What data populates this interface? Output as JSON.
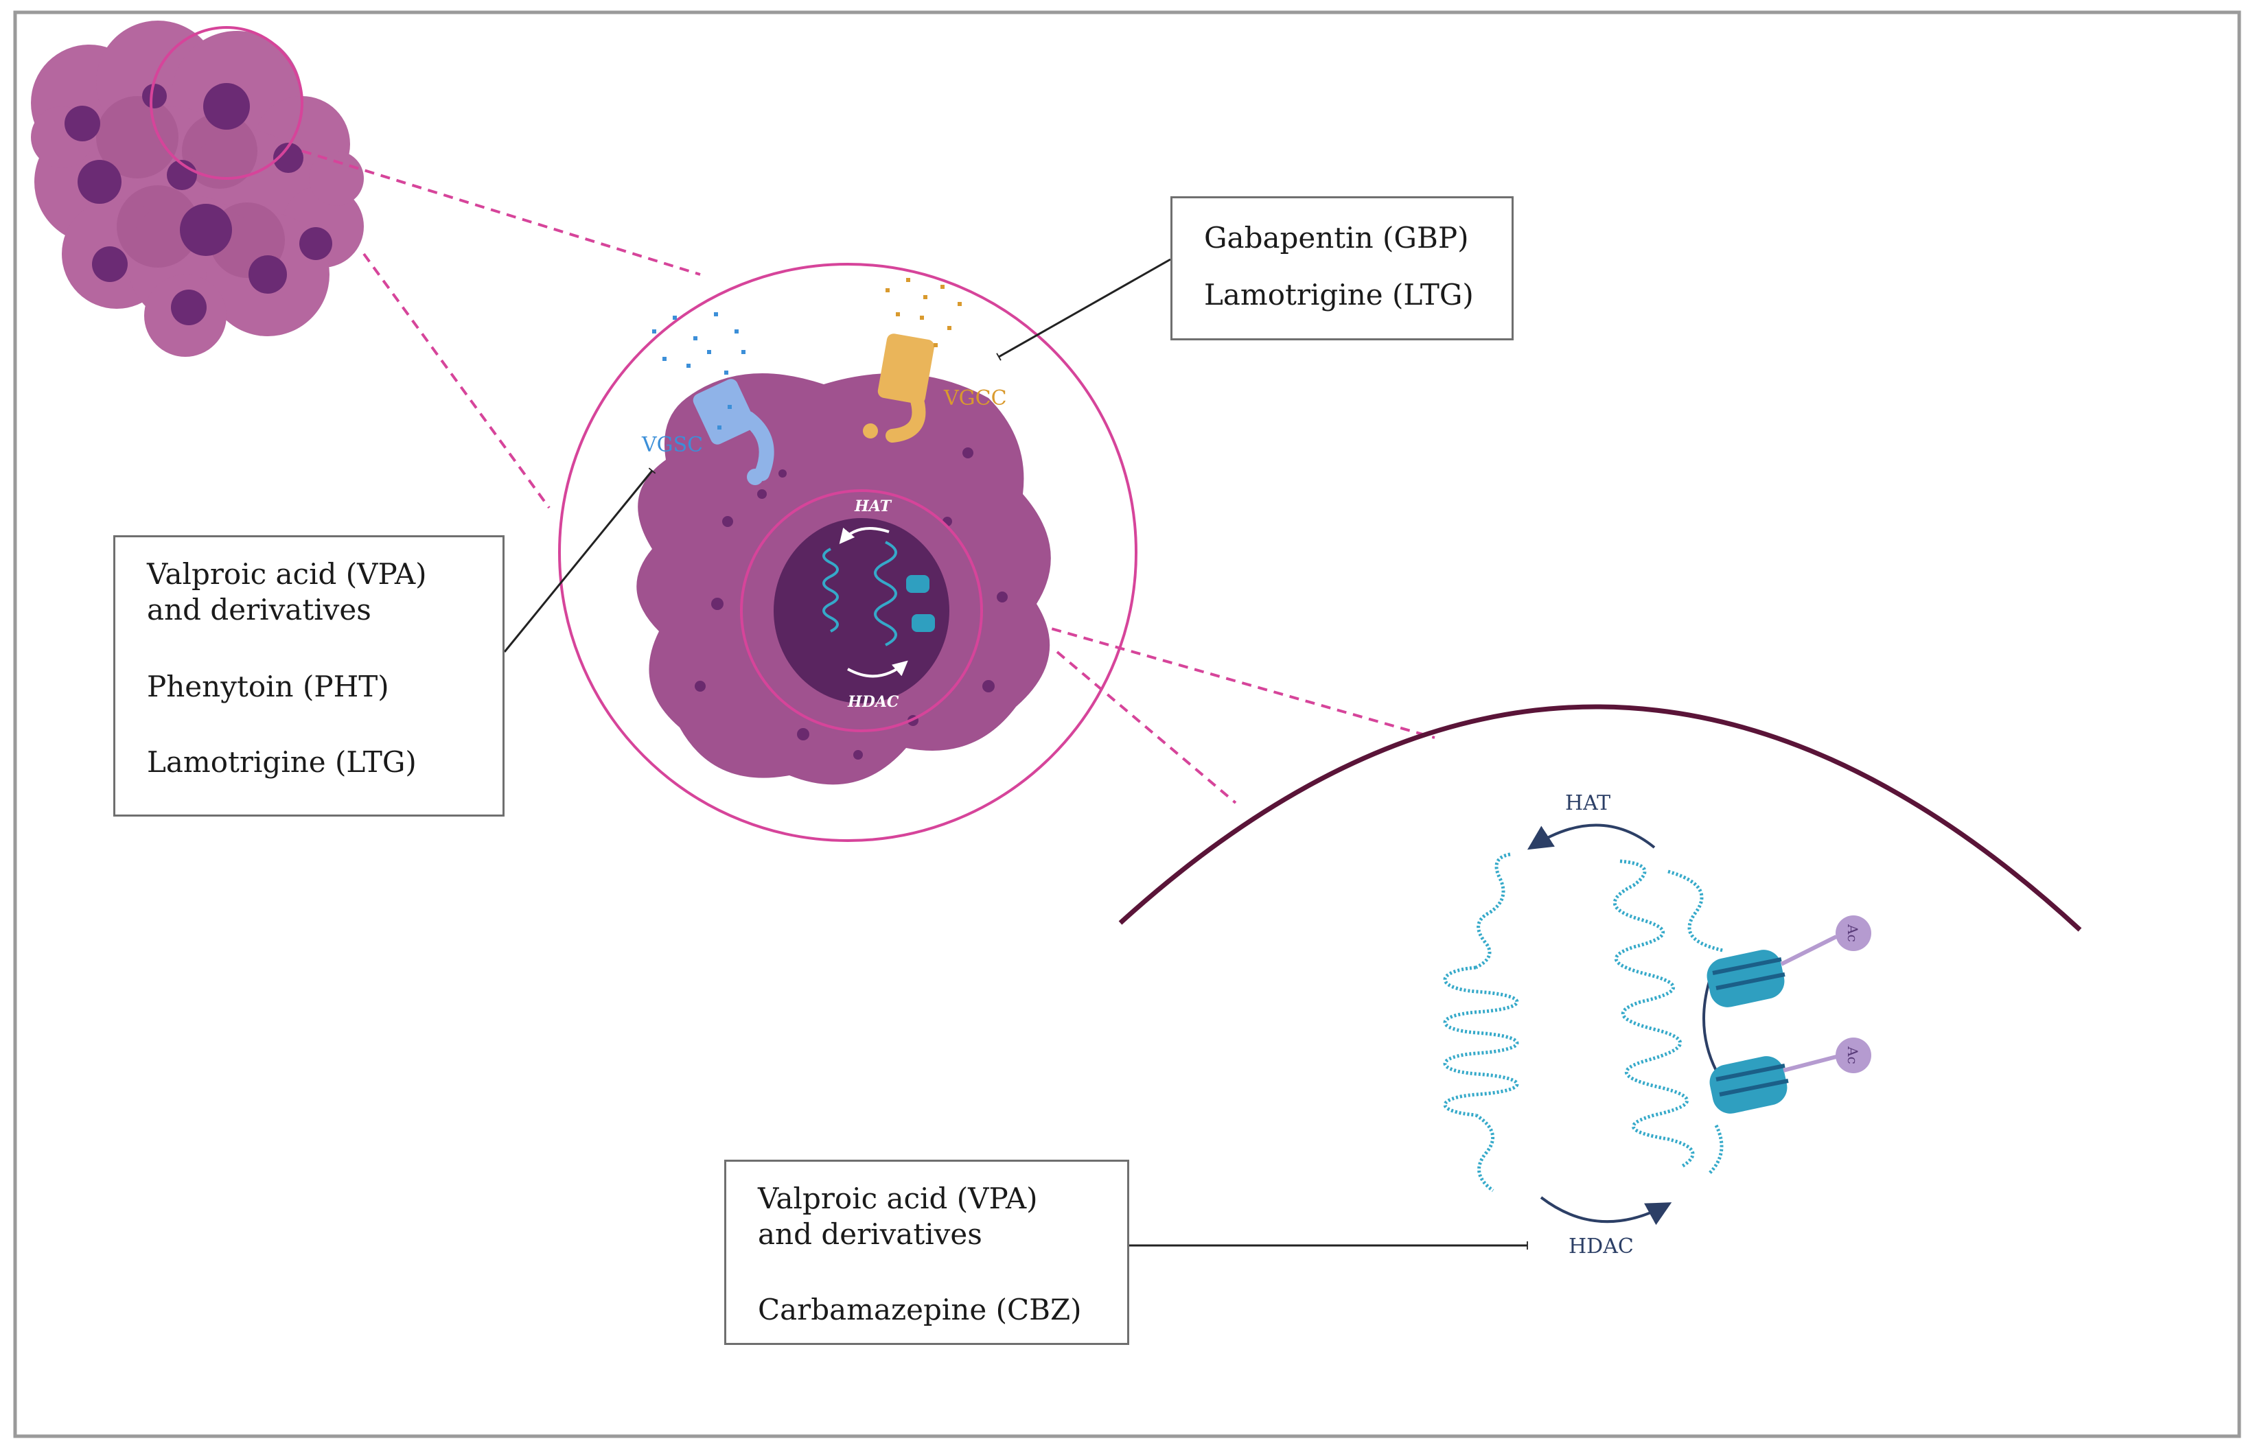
{
  "labels": {
    "vgsc": "VGSC",
    "vgcc": "VGCC",
    "hat_small": "HAT",
    "hdac_small": "HDAC",
    "hat_large": "HAT",
    "hdac_large": "HDAC",
    "ac_top": "Ac",
    "ac_bottom": "Ac"
  },
  "boxes": {
    "calcium_channel": {
      "line1": "Gabapentin (GBP)",
      "line2": "Lamotrigine (LTG)"
    },
    "sodium_channel": {
      "line1": "Valproic acid (VPA)",
      "line2": "and derivatives",
      "line3": "Phenytoin (PHT)",
      "line4": "Lamotrigine (LTG)"
    },
    "hdac": {
      "line1": "Valproic acid (VPA)",
      "line2": "and derivatives",
      "line3": "Carbamazepine (CBZ)"
    }
  },
  "colors": {
    "cell": "#a0528f",
    "nucleus": "#5a2560",
    "pink_dash": "#d6449a",
    "vgsc": "#3c8fd8",
    "vgcc": "#d99a2e",
    "dna": "#35a9c9",
    "nucleosome": "#2f9fc0",
    "acetyl": "#b59bd0",
    "arrow": "#2c3f66",
    "membrane": "#5a1438"
  }
}
